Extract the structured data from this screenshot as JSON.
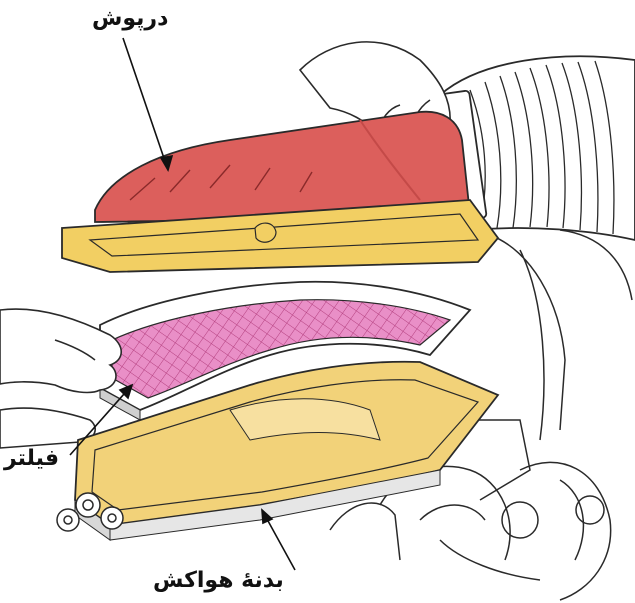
{
  "labels": {
    "cover": "درپوش",
    "filter": "فیلتر",
    "housing_body": "بدنهٔ هواکش"
  },
  "colors": {
    "cover_red": "#dc5f5c",
    "cover_red_dark": "#c44a48",
    "rim_yellow": "#f2cf63",
    "filter_pink": "#e98fc7",
    "filter_grid": "#b4407f",
    "tray_yellow": "#f2d279",
    "outline": "#2a2a2a"
  }
}
